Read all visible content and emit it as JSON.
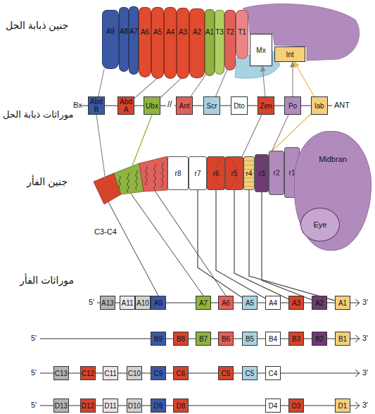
{
  "diagram": {
    "nodes": [
      {
        "text": [
          "A9"
        ]
      },
      {
        "text": [
          "A8"
        ]
      },
      {
        "text": [
          "A7"
        ]
      },
      {
        "text": [
          "A6"
        ]
      },
      {
        "text": [
          "A5"
        ]
      },
      {
        "text": [
          "A4"
        ]
      },
      {
        "text": [
          "A3"
        ]
      },
      {
        "text": [
          "A2"
        ]
      },
      {
        "text": [
          "A1"
        ]
      },
      {
        "text": [
          "T3"
        ]
      },
      {
        "text": [
          "T2"
        ]
      },
      {
        "text": [
          "T1"
        ]
      },
      {
        "text": [
          "Mx"
        ]
      },
      {
        "text": [
          "Int"
        ]
      },
      {
        "text": [
          "Abd B"
        ]
      },
      {
        "text": [
          "Abd A"
        ]
      },
      {
        "text": [
          "Ubx"
        ]
      },
      {
        "text": [
          "Ant"
        ]
      },
      {
        "text": [
          "Scr"
        ]
      },
      {
        "text": [
          "Dto"
        ]
      },
      {
        "text": [
          "Zen"
        ]
      },
      {
        "text": [
          "Po"
        ]
      },
      {
        "text": [
          "lab"
        ]
      },
      {
        "text": [
          "r8"
        ]
      },
      {
        "text": [
          "r7"
        ]
      },
      {
        "text": [
          "r6"
        ]
      },
      {
        "text": [
          "r5"
        ]
      },
      {
        "text": [
          "r4"
        ]
      },
      {
        "text": [
          "r3"
        ]
      },
      {
        "text": [
          "r2"
        ]
      },
      {
        "text": [
          "r1"
        ]
      },
      {
        "text": [
          "Midbran"
        ]
      },
      {
        "text": [
          "Eye"
        ],
        "in": 31
      },
      {
        "text": [
          "A13"
        ]
      },
      {
        "text": [
          "A11"
        ]
      },
      {
        "text": [
          "A10"
        ]
      },
      {
        "text": [
          "A9"
        ]
      },
      {
        "text": [
          "A7"
        ]
      },
      {
        "text": [
          "A6"
        ]
      },
      {
        "text": [
          "A5"
        ]
      },
      {
        "text": [
          "A4"
        ]
      },
      {
        "text": [
          "A3"
        ]
      },
      {
        "text": [
          "A2"
        ]
      },
      {
        "text": [
          "A1"
        ]
      },
      {
        "text": [
          "B9"
        ]
      },
      {
        "text": [
          "B8"
        ]
      },
      {
        "text": [
          "B7"
        ]
      },
      {
        "text": [
          "B6"
        ]
      },
      {
        "text": [
          "B5"
        ]
      },
      {
        "text": [
          "B4"
        ]
      },
      {
        "text": [
          "B3"
        ]
      },
      {
        "text": [
          "B2"
        ]
      },
      {
        "text": [
          "B1"
        ]
      },
      {
        "text": [
          "C13"
        ]
      },
      {
        "text": [
          "C12"
        ]
      },
      {
        "text": [
          "C11"
        ]
      },
      {
        "text": [
          "C10"
        ]
      },
      {
        "text": [
          "C9"
        ]
      },
      {
        "text": [
          "C6"
        ]
      },
      {
        "text": [
          "C5"
        ]
      },
      {
        "text": [
          "C5"
        ]
      },
      {
        "text": [
          "C4"
        ]
      },
      {
        "text": [
          "D13"
        ]
      },
      {
        "text": [
          "D12"
        ]
      },
      {
        "text": [
          "D11"
        ]
      },
      {
        "text": [
          "D10"
        ]
      },
      {
        "text": [
          "D9"
        ]
      },
      {
        "text": [
          "D8"
        ]
      },
      {
        "text": [
          "D4"
        ]
      },
      {
        "text": [
          "D3"
        ]
      },
      {
        "text": [
          "D1"
        ]
      }
    ],
    "edges": [
      {
        "from": 22,
        "to": 13,
        "arrow": "to"
      },
      {
        "from": 20,
        "to": 12,
        "arrow": "to"
      },
      {
        "from": 18,
        "to": 11,
        "arrow": "none"
      },
      {
        "from": 17,
        "to": 10,
        "arrow": "none"
      },
      {
        "from": 16,
        "to": 9,
        "arrow": "none"
      },
      {
        "from": 15,
        "to": 7,
        "arrow": "none"
      },
      {
        "from": 14,
        "to": 0,
        "arrow": "none"
      },
      {
        "from": 22,
        "to": 27,
        "arrow": "none"
      },
      {
        "from": 21,
        "to": 28,
        "arrow": "none"
      },
      {
        "from": 20,
        "to": 26,
        "arrow": "none"
      },
      {
        "from": 27,
        "to": 43,
        "arrow": "none"
      },
      {
        "from": 28,
        "to": 42,
        "arrow": "none"
      },
      {
        "from": 26,
        "to": 41,
        "arrow": "none"
      },
      {
        "from": 25,
        "to": 40,
        "arrow": "none"
      },
      {
        "from": 24,
        "to": 39,
        "arrow": "none"
      }
    ],
    "labels": [
      "جنين ذبابة الحل",
      "موراثات ذبابة الحل",
      "جنين الفأر",
      "موراثات الفأر",
      "Bx",
      "//",
      "ANT",
      "C3-C4",
      "5'",
      "5'",
      "5'",
      "5'",
      "3'",
      "3'",
      "3'",
      "3'"
    ]
  }
}
